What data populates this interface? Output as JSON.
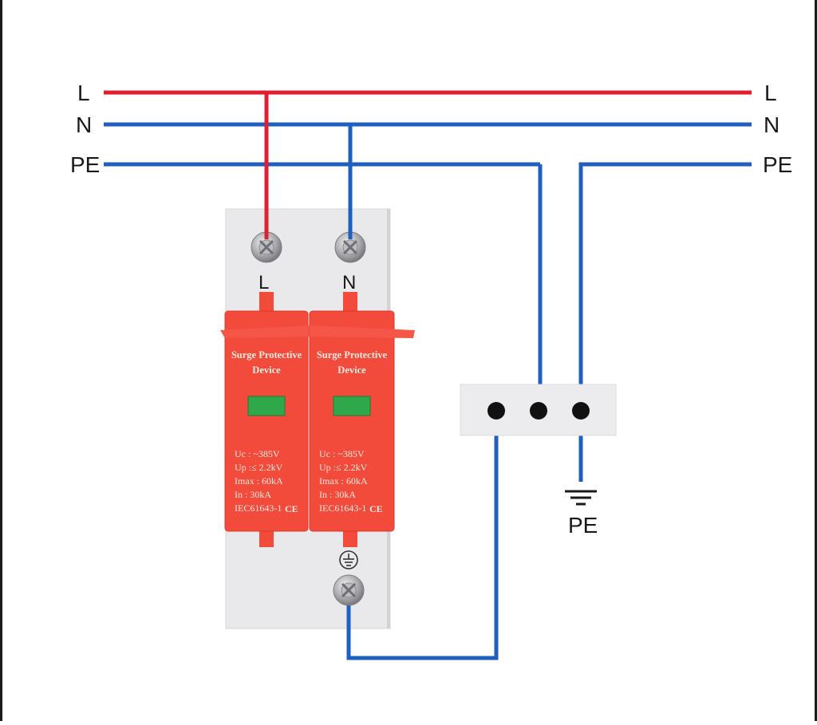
{
  "wires": {
    "left_labels": {
      "l": "L",
      "n": "N",
      "pe": "PE"
    },
    "right_labels": {
      "l": "L",
      "n": "N",
      "pe": "PE"
    }
  },
  "device": {
    "terminal_labels": {
      "l": "L",
      "n": "N"
    },
    "modules": [
      {
        "title_line1": "Surge Protective",
        "title_line2": "Device",
        "specs": [
          "Uc   :   ~385V",
          "Up  :≤ 2.2kV",
          "Imax :     60kA",
          "In    :     30kA"
        ],
        "standard": "IEC61643-1",
        "mark": "CE"
      },
      {
        "title_line1": "Surge Protective",
        "title_line2": "Device",
        "specs": [
          "Uc   :   ~385V",
          "Up  :≤ 2.2kV",
          "Imax :     60kA",
          "In    :     30kA"
        ],
        "standard": "IEC61643-1",
        "mark": "CE"
      }
    ]
  },
  "ground_label": "PE",
  "colors": {
    "line": "#e0202e",
    "neutral_pe": "#1f5fc0",
    "module": "#f24b3b",
    "indicator": "#2fa84a",
    "housing": "#e9e9ec"
  }
}
